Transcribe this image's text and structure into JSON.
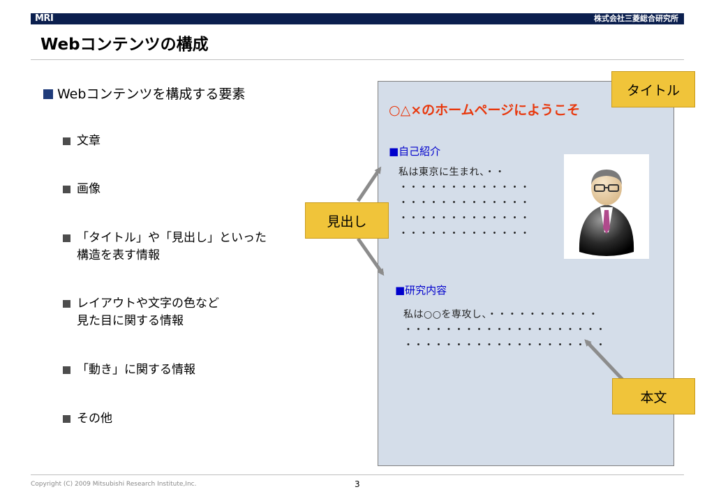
{
  "header": {
    "logo": "MRI",
    "company": "株式会社三菱総合研究所",
    "title": "Webコンテンツの構成"
  },
  "main_bullet": "Webコンテンツを構成する要素",
  "sub_bullets": [
    "文章",
    "画像",
    "「タイトル」や「見出し」といった\n構造を表す情報",
    "レイアウトや文字の色など\n見た目に関する情報",
    "「動き」に関する情報",
    "その他"
  ],
  "mock_page": {
    "heading": "○△×のホームページにようこそ",
    "section1": {
      "heading": "■自己紹介",
      "lines": [
        "私は東京に生まれ、・・",
        "・・・・・・・・・・・・・",
        "・・・・・・・・・・・・・",
        "・・・・・・・・・・・・・",
        "・・・・・・・・・・・・・"
      ]
    },
    "section2": {
      "heading": "■研究内容",
      "lines": [
        "私は○○を専攻し、・・・・・・・・・・・",
        "・・・・・・・・・・・・・・・・・・・・",
        "・・・・・・・・・・・・・・・・・・・・"
      ]
    }
  },
  "labels": {
    "title": "タイトル",
    "heading": "見出し",
    "body": "本文"
  },
  "colors": {
    "header_bar": "#0b1f4e",
    "heading_red": "#e8380d",
    "section_blue": "#0000cc",
    "label_yellow": "#f0c43a",
    "panel_bg": "#d4dde9"
  },
  "footer": {
    "copyright": "Copyright (C) 2009 Mitsubishi Research Institute,Inc.",
    "page": "3"
  }
}
